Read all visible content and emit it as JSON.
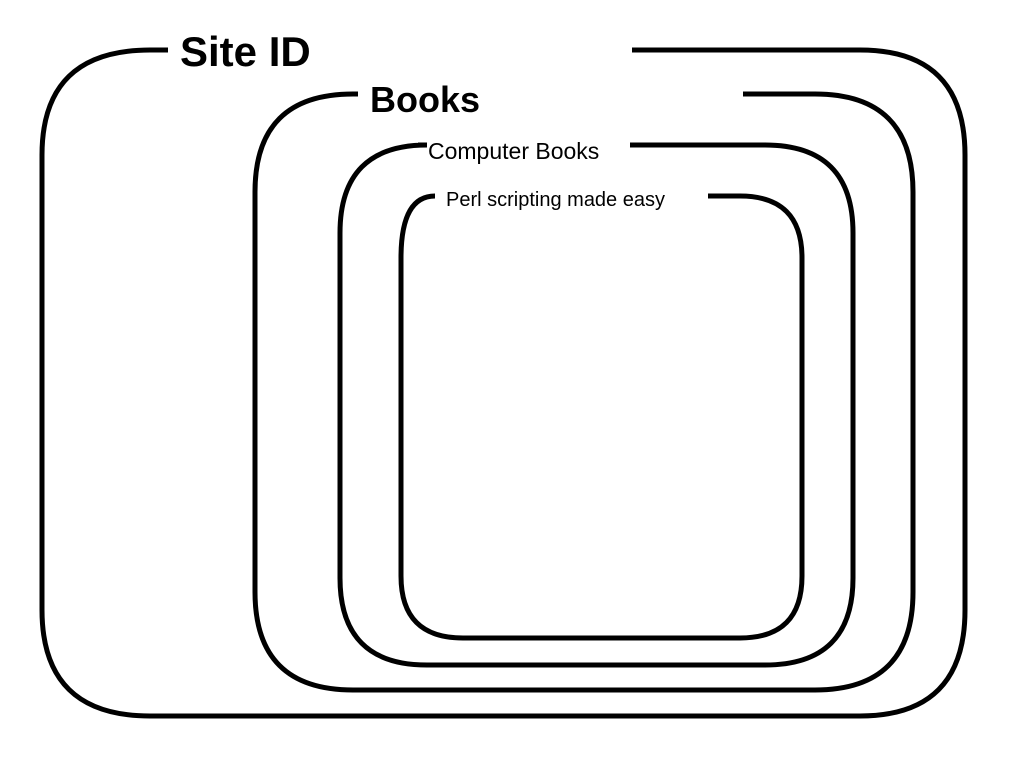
{
  "diagram": {
    "boxes": [
      {
        "label": "Site ID"
      },
      {
        "label": "Books"
      },
      {
        "label": "Computer Books"
      },
      {
        "label": "Perl scripting made easy"
      }
    ]
  }
}
